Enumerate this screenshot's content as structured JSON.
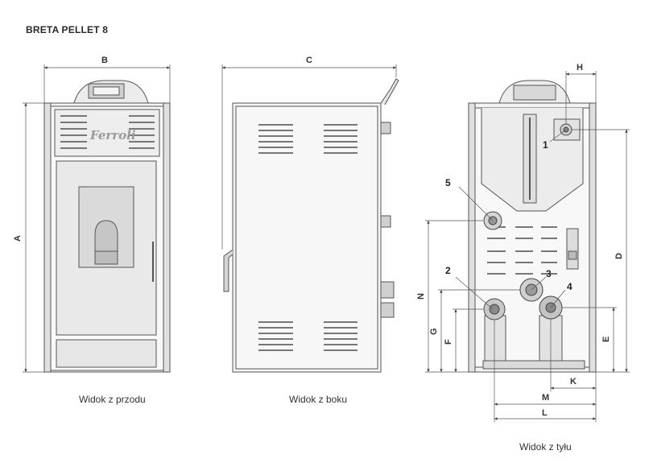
{
  "title": "BRETA PELLET 8",
  "brand_logo": "Ferroli",
  "views": {
    "front": "Widok z przodu",
    "side": "Widok z boku",
    "rear": "Widok z tyłu"
  },
  "dimensions": {
    "A": "A",
    "B": "B",
    "C": "C",
    "D": "D",
    "E": "E",
    "F": "F",
    "G": "G",
    "H": "H",
    "K": "K",
    "L": "L",
    "M": "M",
    "N": "N"
  },
  "callouts": [
    "1",
    "2",
    "3",
    "4",
    "5"
  ],
  "colors": {
    "line": "#555555",
    "panel": "#e6e6e6",
    "dark": "#8a8a8a"
  }
}
